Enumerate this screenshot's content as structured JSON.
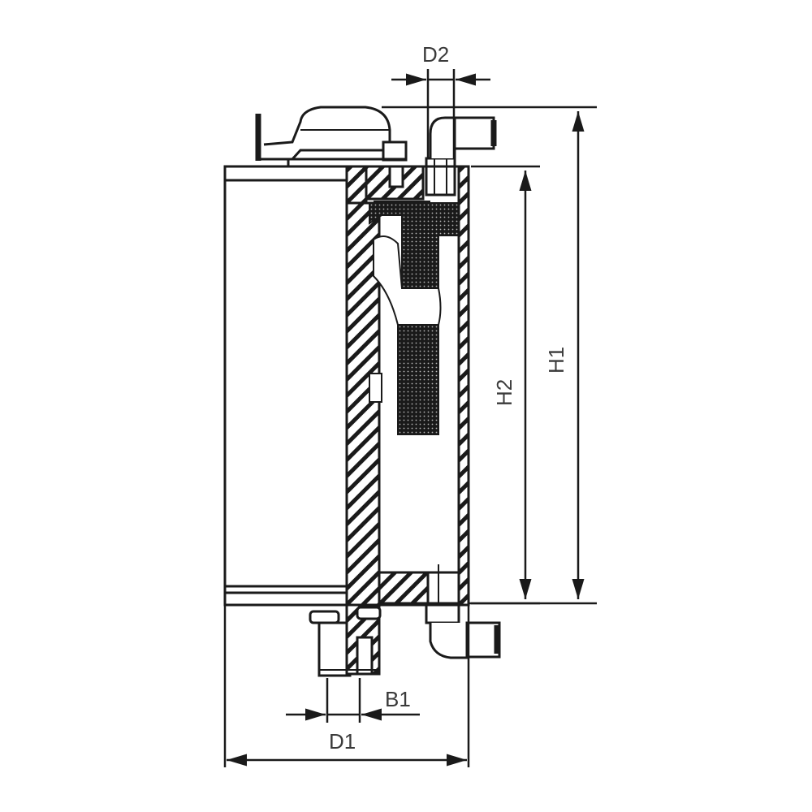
{
  "drawing": {
    "type": "cross-section technical drawing",
    "line_color": "#1a1a1a",
    "label_color": "#3a3a3a",
    "background": "#ffffff",
    "dimensions": {
      "d2": "D2",
      "h1": "H1",
      "h2": "H2",
      "b1": "B1",
      "d1": "D1"
    }
  }
}
